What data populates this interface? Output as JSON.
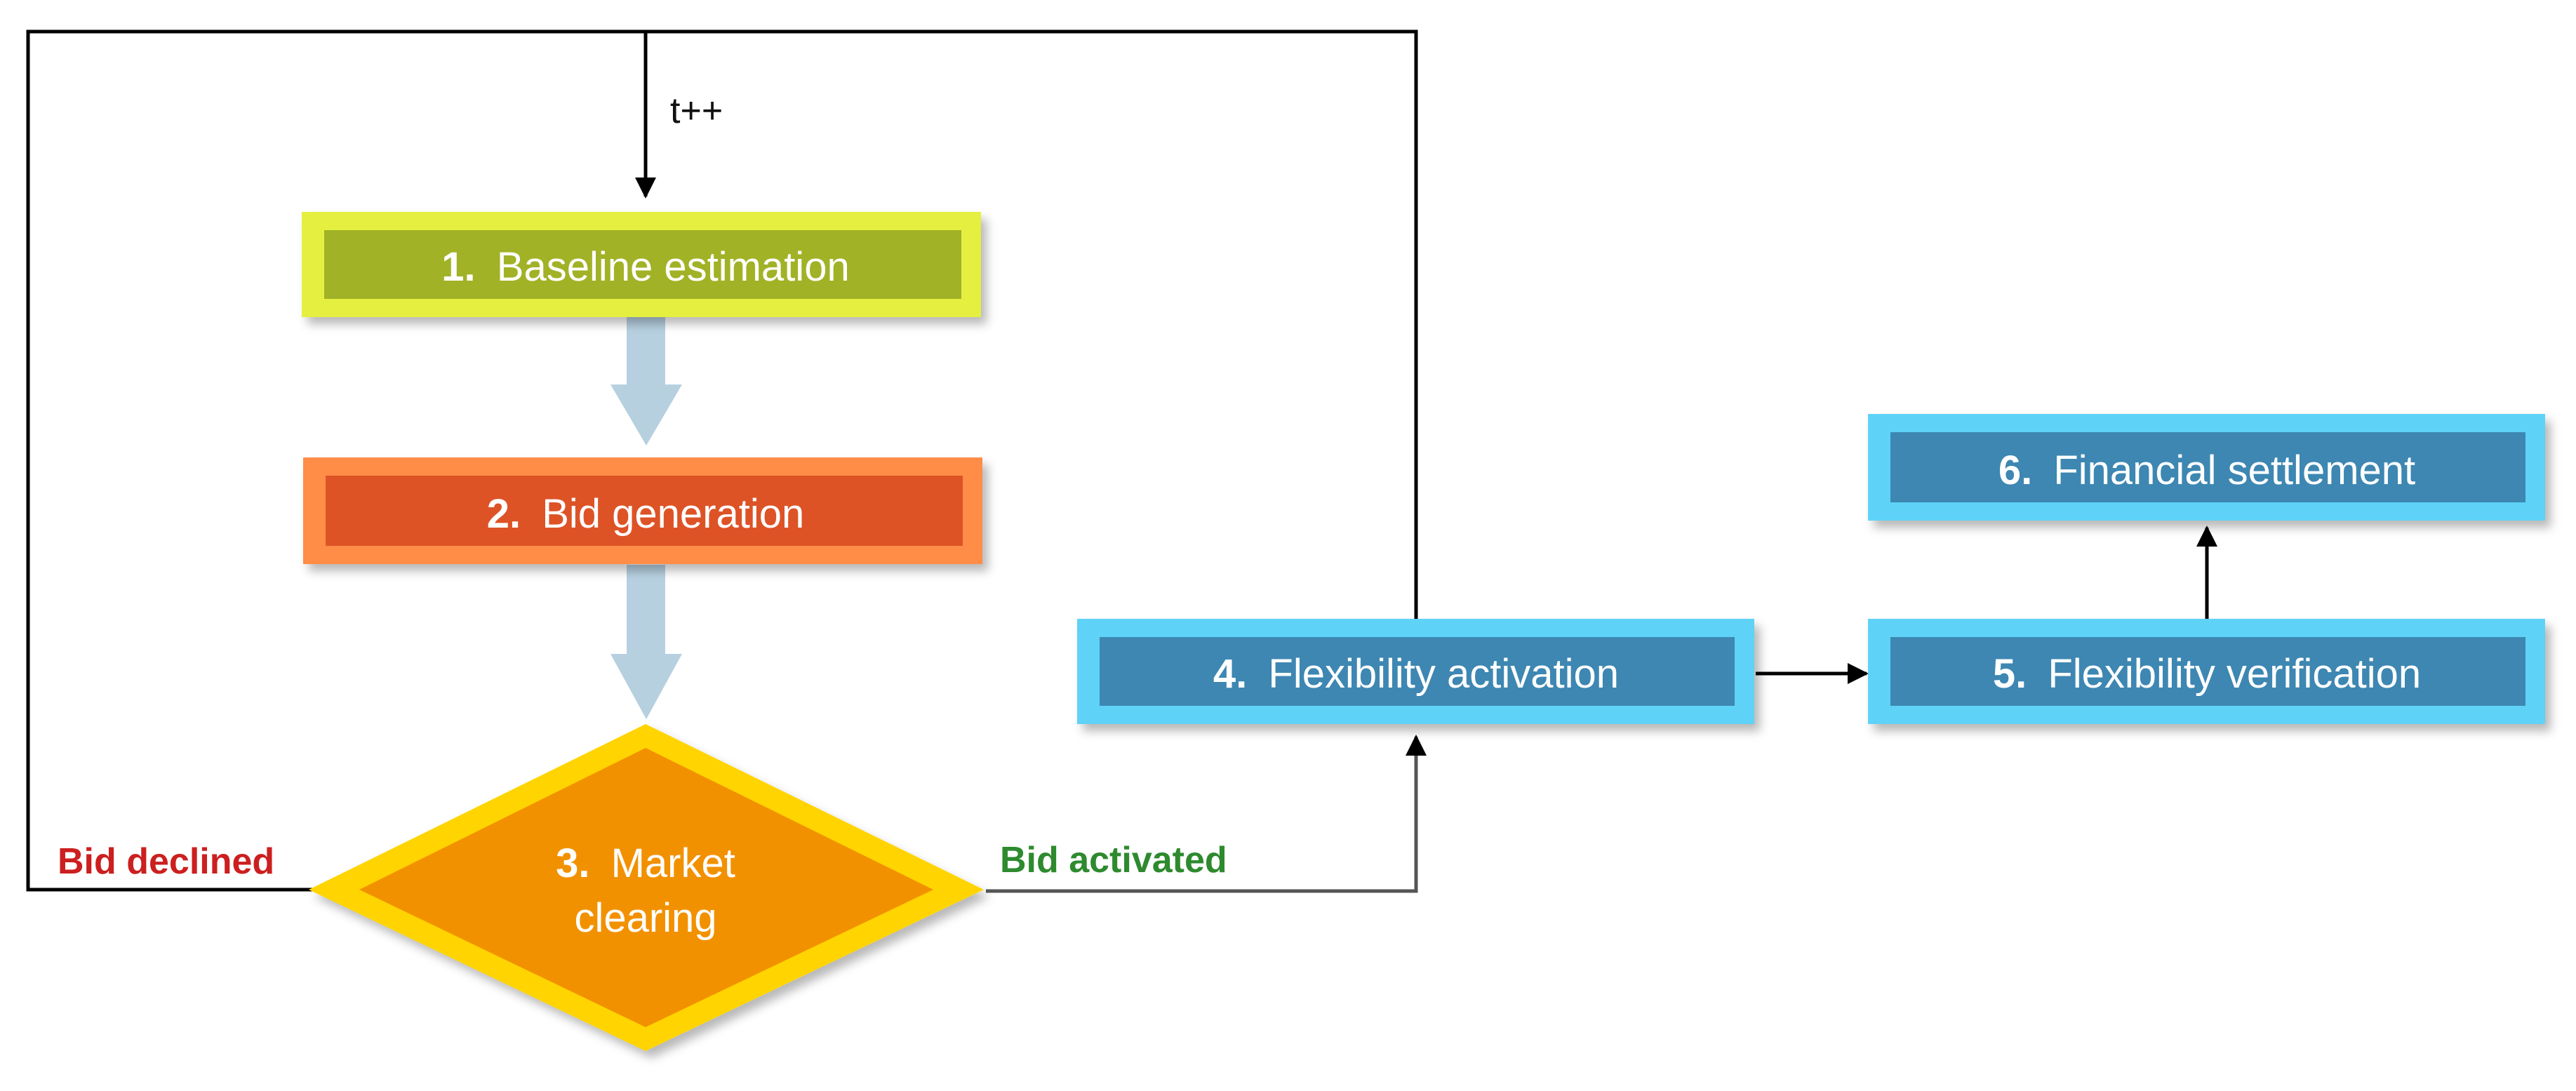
{
  "steps": {
    "s1": {
      "num": "1.",
      "label": "Baseline estimation",
      "outer_color": "#e4ef3f",
      "inner_color": "#a1b226"
    },
    "s2": {
      "num": "2.",
      "label": "Bid generation",
      "outer_color": "#ff8d47",
      "inner_color": "#dd5226"
    },
    "s3": {
      "num": "3.",
      "label_line1": "Market",
      "label_line2": "clearing",
      "outer_color": "#ffd400",
      "inner_color": "#f29100"
    },
    "s4": {
      "num": "4.",
      "label": "Flexibility activation",
      "outer_color": "#5fd2f7",
      "inner_color": "#3e87b2"
    },
    "s5": {
      "num": "5.",
      "label": "Flexibility verification",
      "outer_color": "#5fd2f7",
      "inner_color": "#3e87b2"
    },
    "s6": {
      "num": "6.",
      "label": "Financial settlement",
      "outer_color": "#5fd2f7",
      "inner_color": "#3e87b2"
    }
  },
  "edges": {
    "loop_label": "t++",
    "declined": {
      "label": "Bid declined",
      "color": "#cc1f1f"
    },
    "activated": {
      "label": "Bid activated",
      "color": "#2e8a2e"
    }
  },
  "colors": {
    "flow_arrow": "#b7d0e0",
    "connector": "#000000"
  }
}
